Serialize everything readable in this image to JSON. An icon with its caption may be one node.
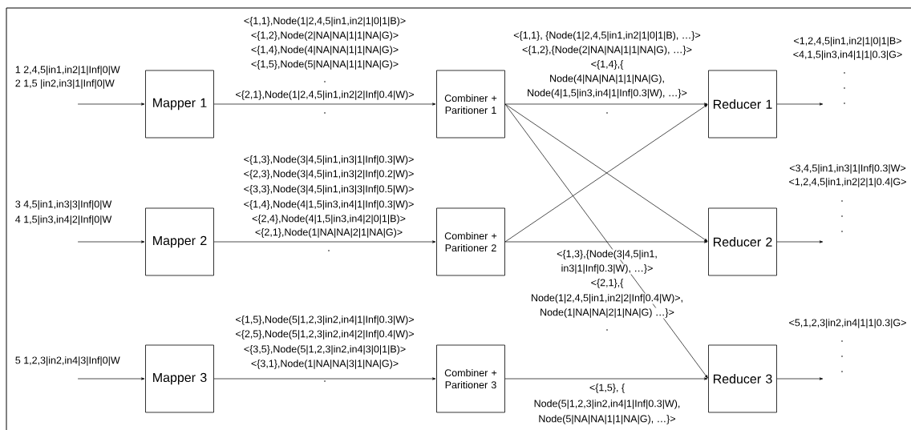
{
  "diagram": {
    "nodes": [
      {
        "text": [
          "Mapper 1"
        ]
      },
      {
        "text": [
          "Mapper 2"
        ]
      },
      {
        "text": [
          "Mapper 3"
        ]
      },
      {
        "text": [
          "Combiner + Paritioner 1"
        ]
      },
      {
        "text": [
          "Combiner + Paritioner 2"
        ]
      },
      {
        "text": [
          "Combiner + Paritioner 3"
        ]
      },
      {
        "text": [
          "Reducer 1"
        ]
      },
      {
        "text": [
          "Reducer 2"
        ]
      },
      {
        "text": [
          "Reducer 3"
        ]
      }
    ],
    "edges": [
      {
        "from": null,
        "to": 0,
        "arrow": "to"
      },
      {
        "from": null,
        "to": 1,
        "arrow": "to"
      },
      {
        "from": null,
        "to": 2,
        "arrow": "to"
      },
      {
        "from": 0,
        "to": 3,
        "arrow": "to"
      },
      {
        "from": 1,
        "to": 4,
        "arrow": "to"
      },
      {
        "from": 2,
        "to": 5,
        "arrow": "to"
      },
      {
        "from": 3,
        "to": 6,
        "arrow": "to"
      },
      {
        "from": 3,
        "to": 7,
        "arrow": "to"
      },
      {
        "from": 3,
        "to": 8,
        "arrow": "to"
      },
      {
        "from": 4,
        "to": 6,
        "arrow": "to"
      },
      {
        "from": 4,
        "to": 7,
        "arrow": "to"
      },
      {
        "from": 5,
        "to": 8,
        "arrow": "to"
      },
      {
        "from": 6,
        "to": null,
        "arrow": "to"
      },
      {
        "from": 7,
        "to": null,
        "arrow": "to"
      },
      {
        "from": 8,
        "to": null,
        "arrow": "to"
      }
    ],
    "labels": [
      "1 2,4,5|in1,in2|1|Inf|0|W",
      "2 1,5 |in2,in3|1|Inf|0|W",
      "<{1,1},Node(1|2,4,5|in1,in2|1|0|1|B)>",
      "<{1,2},Node(2|NA|NA|1|1|NA|G)>",
      "<{1,4},Node(4|NA|NA|1|1|NA|G)>",
      "<{1,5},Node(5|NA|NA|1|1|NA|G)>",
      ".",
      "<{2,1},Node(1|2,4,5|in1,in2|2|Inf|0.4|W)>",
      ".",
      "<{1,1}, {Node(1|2,4,5|in1,in2|1|0|1|B), …}>",
      "<{1,2},{Node(2|NA|NA|1|1|NA|G), …}>",
      "<{1,4},{",
      "Node(4|NA|NA|1|1|NA|G),",
      "Node(4|1,5|in3,in4|1|Inf|0.3|W), …}>",
      ".",
      "<1,2,4,5|in1,in2|1|0|1|B>",
      "<4,1,5|in3,in4|1|1|0.3|G>",
      ".",
      ".",
      ".",
      "3 4,5|in1,in3|3|Inf|0|W",
      "4 1,5|in3,in4|2|Inf|0|W",
      "<{1,3},Node(3|4,5|in1,in3|1|Inf|0.3|W)>",
      "<{2,3},Node(3|4,5|in1,in3|2|Inf|0.2|W)>",
      "<{3,3},Node(3|4,5|in1,in3|3|Inf|0.5|W)>",
      "<{1,4},Node(4|1,5|in3,in4|1|Inf|0.3|W)>",
      "<{2,4},Node(4|1,5|in3,in4|2|0|1|B)>",
      "<{2,1},Node(1|NA|NA|2|1|NA|G)>",
      ".",
      "<3,4,5|in1,in3|1|Inf|0.3|W>",
      "<1,2,4,5|in1,in2|2|1|0.4|G>",
      ".",
      ".",
      ".",
      "<{1,3},{Node(3|4,5|in1,",
      "in3|1|Inf|0.3|W), …}>",
      "<{2,1},{",
      "Node(1|2,4,5|in1,in2|2|Inf|0.4|W)>,",
      "Node(1|NA|NA|2|1|NA|G) …}>",
      ".",
      "5 1,2,3|in2,in4|3|Inf|0|W",
      "<{1,5},Node(5|1,2,3|in2,in4|1|Inf|0.3|W)>",
      "<{2,5},Node(5|1,2,3|in2,in4|2|Inf|0.4|W)>",
      "<{3,5},Node(5|1,2,3|in2,in4|3|0|1|B)>",
      "<{3,1},Node(1|NA|NA|3|1|NA|G)>",
      ".",
      "<5,1,2,3|in2,in4|1|1|0.3|G>",
      ".",
      ".",
      ".",
      "<{1,5}, {",
      "Node(5|1,2,3|in2,in4|1|Inf|0.3|W),",
      "Node(5|NA|NA|1|1|NA|G), …}>"
    ]
  }
}
